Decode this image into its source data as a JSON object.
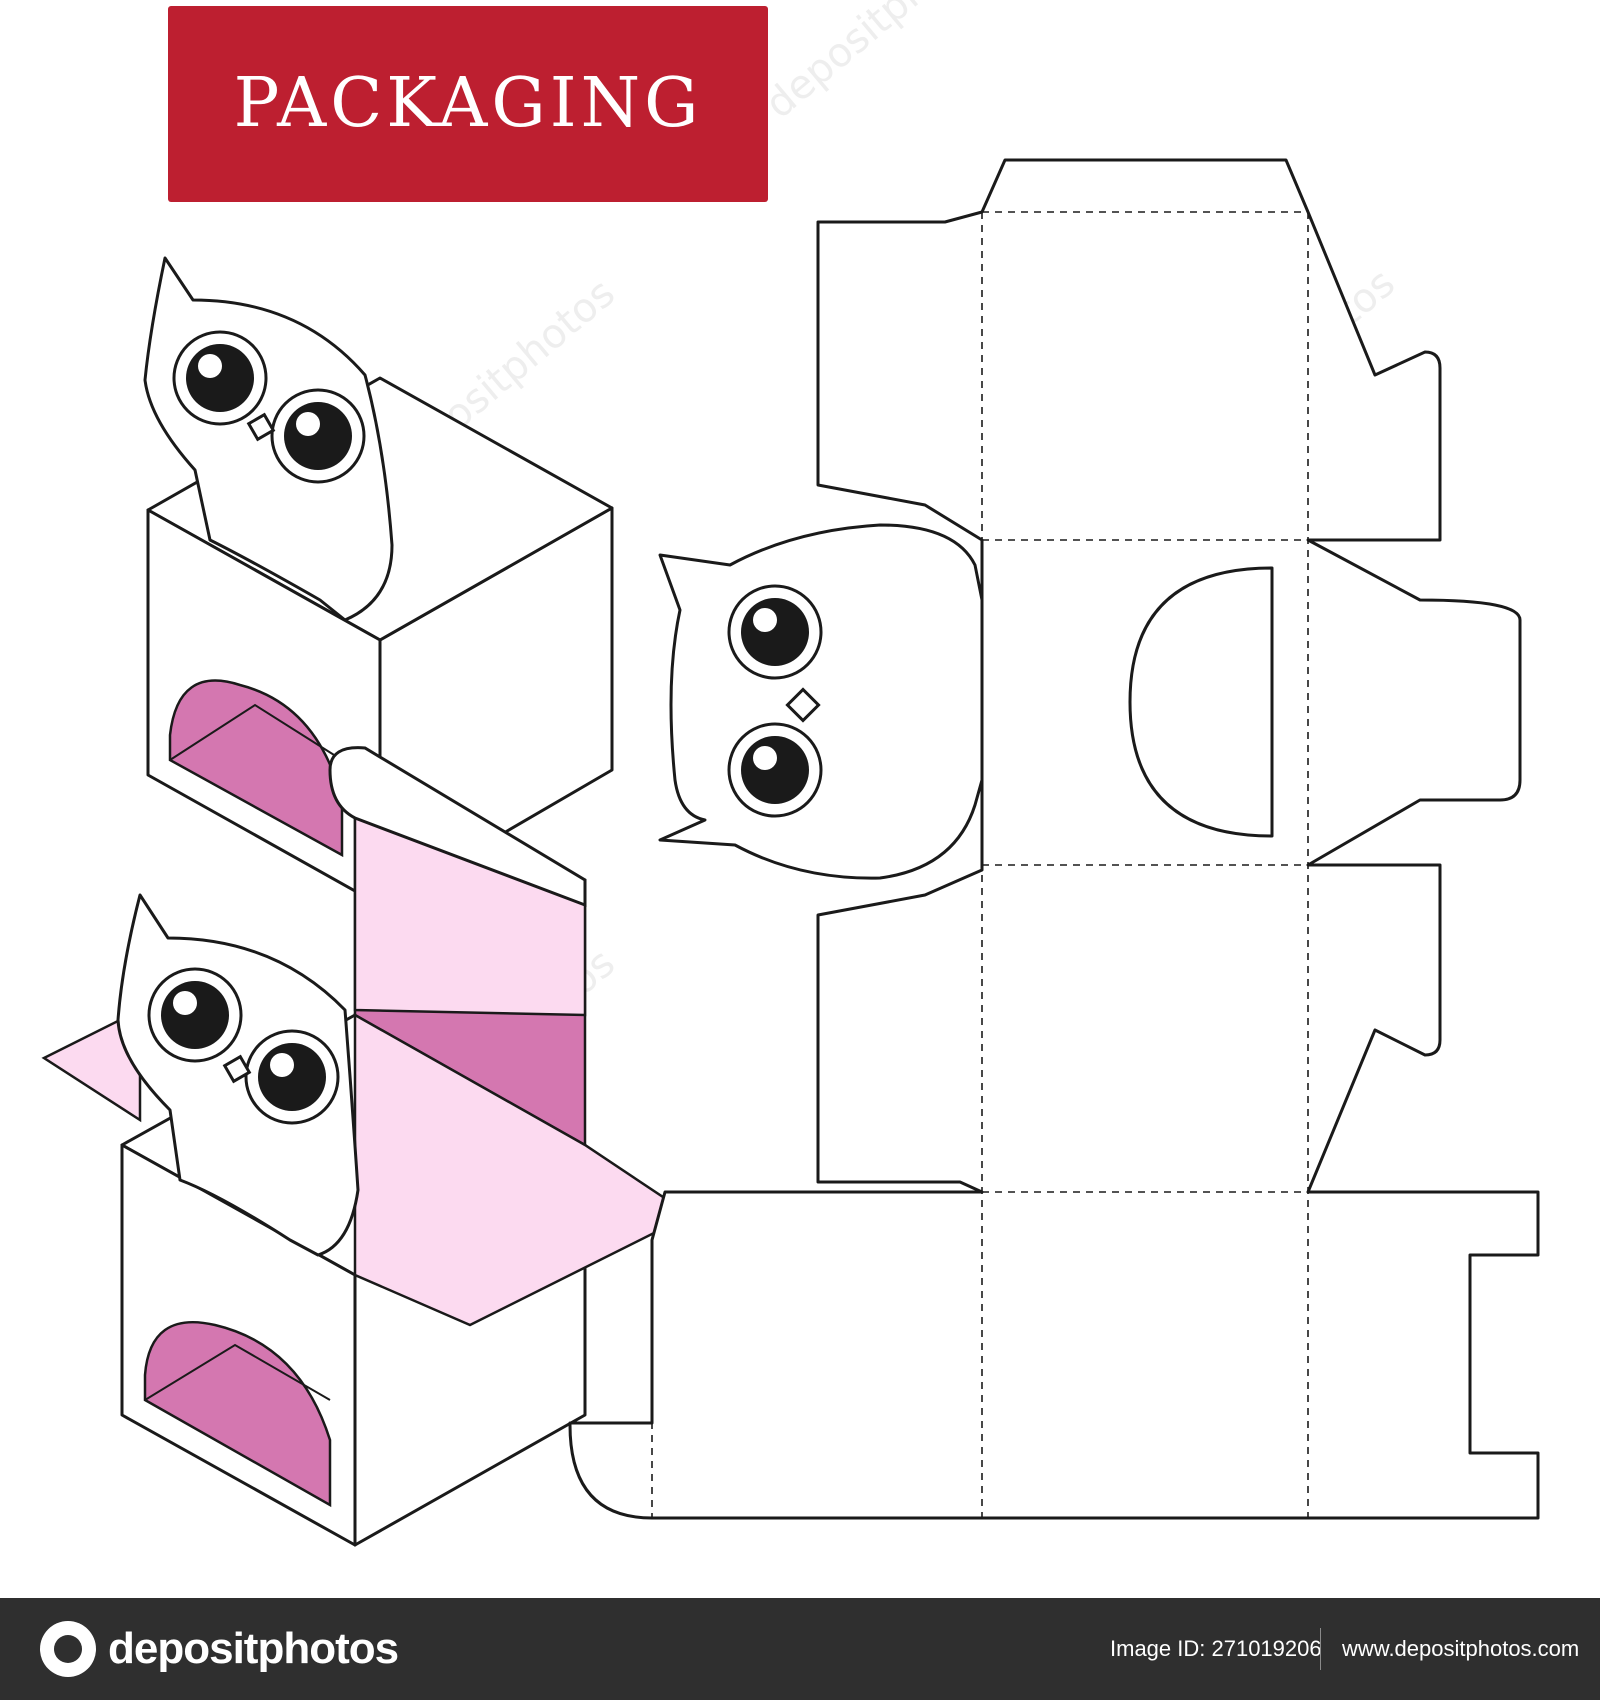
{
  "title": "PACKAGING",
  "footer": {
    "brand": "depositphotos",
    "image_id_label": "Image ID: 271019206",
    "url": "www.depositphotos.com"
  },
  "watermark": "depositphotos",
  "colors": {
    "banner": "#bd1f30",
    "interior_dark": "#d477b0",
    "interior_light": "#fcdaf0",
    "line": "#1a1a1a",
    "footer_bg": "#2f2f2f"
  },
  "icons": {
    "footer_logo": "camera-logo-icon",
    "owl": "owl-face-icon"
  }
}
